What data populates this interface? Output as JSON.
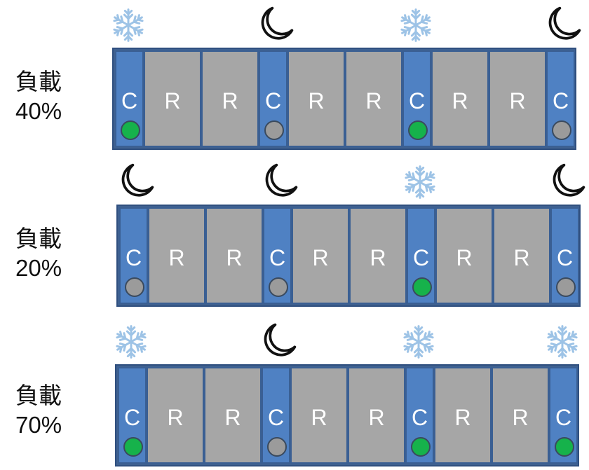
{
  "rows": [
    {
      "label_line1": "負載",
      "label_line2": "40%",
      "units": [
        {
          "type": "C",
          "led": "on",
          "icon": "snowflake-icon"
        },
        {
          "type": "R"
        },
        {
          "type": "R"
        },
        {
          "type": "C",
          "led": "off",
          "icon": "moon-icon"
        },
        {
          "type": "R"
        },
        {
          "type": "R"
        },
        {
          "type": "C",
          "led": "on",
          "icon": "snowflake-icon"
        },
        {
          "type": "R"
        },
        {
          "type": "R"
        },
        {
          "type": "C",
          "led": "off",
          "icon": "moon-icon"
        }
      ]
    },
    {
      "label_line1": "負載",
      "label_line2": "20%",
      "units": [
        {
          "type": "C",
          "led": "off",
          "icon": "moon-icon"
        },
        {
          "type": "R"
        },
        {
          "type": "R"
        },
        {
          "type": "C",
          "led": "off",
          "icon": "moon-icon"
        },
        {
          "type": "R"
        },
        {
          "type": "R"
        },
        {
          "type": "C",
          "led": "on",
          "icon": "snowflake-icon"
        },
        {
          "type": "R"
        },
        {
          "type": "R"
        },
        {
          "type": "C",
          "led": "off",
          "icon": "moon-icon"
        }
      ]
    },
    {
      "label_line1": "負載",
      "label_line2": "70%",
      "units": [
        {
          "type": "C",
          "led": "on",
          "icon": "snowflake-icon"
        },
        {
          "type": "R"
        },
        {
          "type": "R"
        },
        {
          "type": "C",
          "led": "off",
          "icon": "moon-icon"
        },
        {
          "type": "R"
        },
        {
          "type": "R"
        },
        {
          "type": "C",
          "led": "on",
          "icon": "snowflake-icon"
        },
        {
          "type": "R"
        },
        {
          "type": "R"
        },
        {
          "type": "C",
          "led": "on",
          "icon": "snowflake-icon"
        }
      ]
    }
  ],
  "colors": {
    "cooling_unit": "#4f81c3",
    "rack_unit": "#a6a6a6",
    "frame": "#2f4f7f",
    "led_on": "#16b24b",
    "led_off": "#9b9b9b",
    "snowflake": "#9dc3e6",
    "moon": "#111111"
  }
}
